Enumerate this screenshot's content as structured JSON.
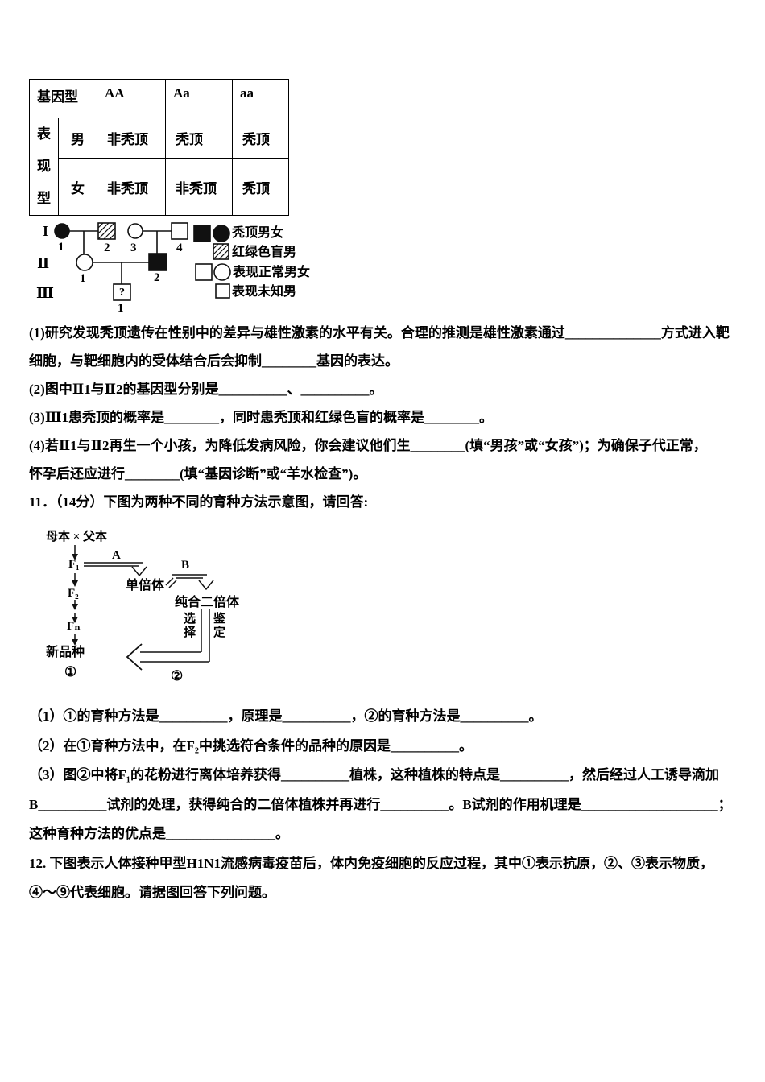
{
  "table": {
    "genotype_header": "基因型",
    "genotypes": [
      "AA",
      "Aa",
      "aa"
    ],
    "phenotype_label": "表现型",
    "rows": [
      {
        "sex": "男",
        "values": [
          "非秃顶",
          "秃顶",
          "秃顶"
        ]
      },
      {
        "sex": "女",
        "values": [
          "非秃顶",
          "非秃顶",
          "秃顶"
        ]
      }
    ]
  },
  "pedigree": {
    "gen_labels": [
      "I",
      "Ⅱ",
      "Ⅲ"
    ],
    "numbers": {
      "g1": [
        "1",
        "2",
        "3",
        "4"
      ],
      "g2": [
        "1",
        "2"
      ],
      "g3": [
        "1"
      ]
    },
    "unknown_mark": "?",
    "legend": [
      {
        "symbols": "filled-square filled-circle",
        "label": "秃顶男女"
      },
      {
        "symbols": "hatched-square",
        "label": "红绿色盲男"
      },
      {
        "symbols": "open-square open-circle",
        "label": "表现正常男女"
      },
      {
        "symbols": "question-square",
        "label": "表现未知男"
      }
    ]
  },
  "q10": {
    "lines": [
      "(1)研究发现秃顶遗传在性别中的差异与雄性激素的水平有关。合理的推测是雄性激素通过______________方式进入靶",
      "细胞，与靶细胞内的受体结合后会抑制________基因的表达。",
      "(2)图中Ⅱ1与Ⅱ2的基因型分别是__________、__________。",
      "(3)Ⅲ1患秃顶的概率是________，同时患秃顶和红绿色盲的概率是________。",
      "(4)若Ⅱ1与Ⅱ2再生一个小孩，为降低发病风险，你会建议他们生________(填“男孩”或“女孩”)；为确保子代正常，",
      "怀孕后还应进行________(填“基因诊断”或“羊水检查”)。"
    ]
  },
  "q11": {
    "intro": "11．（14分）下图为两种不同的育种方法示意图，请回答:",
    "diagram": {
      "cross": "母本 × 父本",
      "f1": "F₁",
      "f2": "F₂",
      "fn": "Fₙ",
      "new_variety": "新品种",
      "method1": "①",
      "method2": "②",
      "label_a": "A",
      "label_b": "B",
      "haploid": "单倍体",
      "homozygous_diploid": "纯合二倍体",
      "select": "选择",
      "identify": "鉴定"
    },
    "lines": [
      "（1）①的育种方法是__________，原理是__________，②的育种方法是__________。",
      "（2）在①育种方法中，在F₂中挑选符合条件的品种的原因是__________。",
      "（3）图②中将F₁的花粉进行离体培养获得__________植株，这种植株的特点是__________，然后经过人工诱导滴加",
      "B__________试剂的处理，获得纯合的二倍体植株并再进行__________。B试剂的作用机理是____________________；",
      "这种育种方法的优点是________________。"
    ]
  },
  "q12": {
    "lines": [
      "12. 下图表示人体接种甲型H1N1流感病毒疫苗后，体内免疫细胞的反应过程，其中①表示抗原，②、③表示物质，",
      "④～⑨代表细胞。请据图回答下列问题。"
    ]
  }
}
